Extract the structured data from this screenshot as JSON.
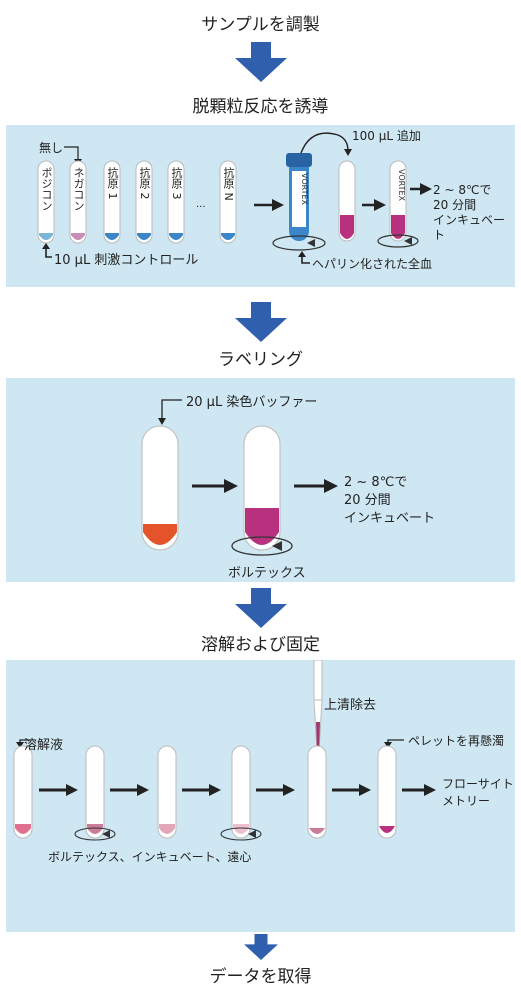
{
  "steps": {
    "prepare": "サンプルを調製",
    "induce": "脱顆粒反応を誘導",
    "label": "ラベリング",
    "lyse": "溶解および固定",
    "acquire": "データを取得"
  },
  "panel1": {
    "none": "無し",
    "tubes": [
      "ポジコン",
      "ネガコン",
      "抗原 1",
      "抗原 2",
      "抗原 3",
      "...",
      "抗原 N"
    ],
    "stim_control": "10 µL 刺激コントロール",
    "add_100": "100 µL 追加",
    "vortex": "VORTEX",
    "incubate": [
      "2 ~ 8℃で",
      "20 分間",
      "インキュベート"
    ],
    "blood": "ヘパリン化された全血"
  },
  "panel2": {
    "stain": "20 µL 染色バッファー",
    "incubate": [
      "2 ~ 8℃で",
      "20 分間",
      "インキュベート"
    ],
    "vortex": "ボルテックス"
  },
  "panel3": {
    "lysing": "溶解液",
    "supernatant": "上清除去",
    "resuspend": "ペレットを再懸濁",
    "flow": [
      "フローサイト",
      "メトリー"
    ],
    "steps": "ボルテックス、インキュベート、遠心"
  },
  "colors": {
    "panel_bg": "#cfe7f2",
    "arrow_blue": "#2f5fad",
    "liquid_blue": "#3a86c8",
    "liquid_pink": "#c98db8",
    "liquid_magenta": "#b7317f",
    "liquid_orange": "#e5532a"
  }
}
